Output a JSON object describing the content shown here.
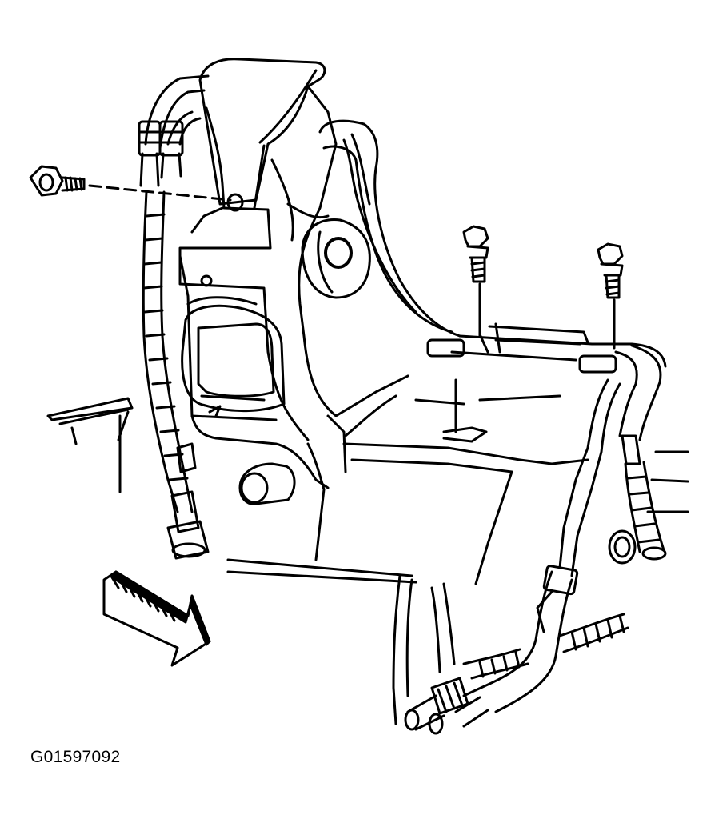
{
  "figure": {
    "id_label": "G01597092"
  },
  "colors": {
    "line": "#000000",
    "background": "#ffffff"
  },
  "parts": {
    "bolts_shown": 3,
    "direction_arrow": "front-arrow"
  }
}
